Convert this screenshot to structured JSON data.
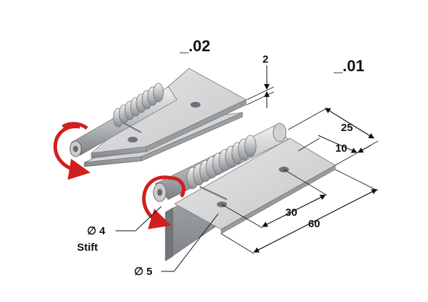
{
  "variants": {
    "v02": "_.02",
    "v01": "_.01"
  },
  "dimensions": {
    "thickness": "2",
    "d25": "25",
    "d10": "10",
    "d30": "30",
    "d60": "60"
  },
  "annotations": {
    "pin_diameter": "∅ 4",
    "pin_label": "Stift",
    "hole_diameter": "∅ 5"
  },
  "colors": {
    "metal_light": "#d6d8da",
    "metal_mid": "#b9bcbf",
    "metal_dark": "#8f9296",
    "arrow_red": "#d11f1f"
  }
}
